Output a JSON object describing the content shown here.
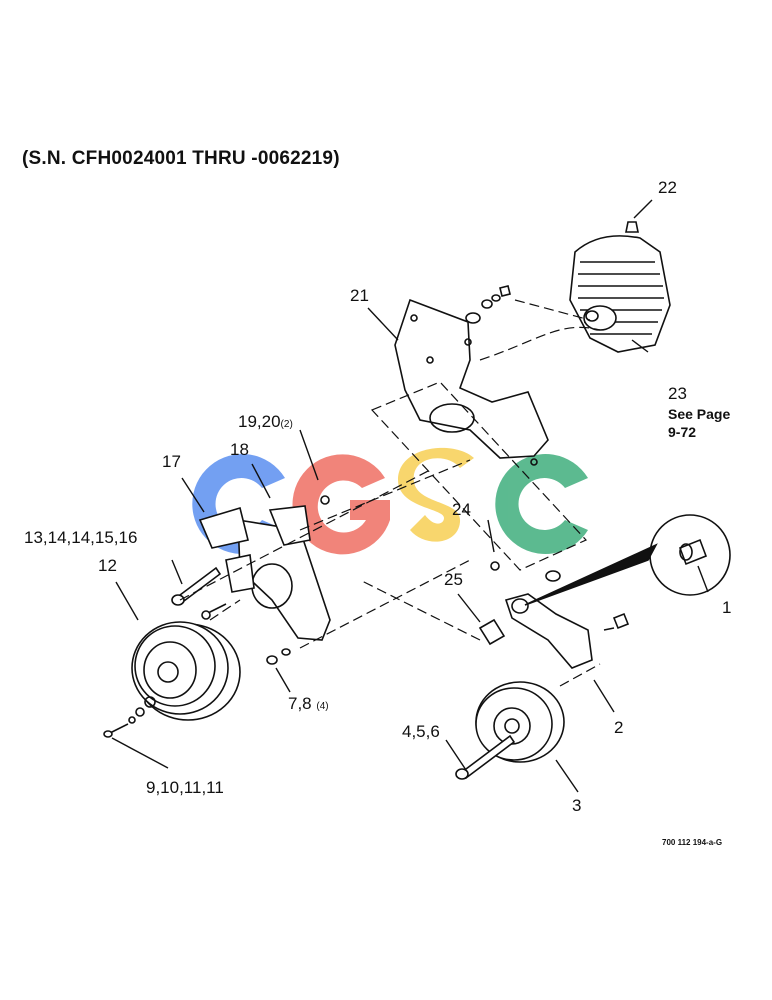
{
  "title": "(S.N. CFH0024001 THRU -0062219)",
  "callouts": {
    "c1": "1",
    "c2": "2",
    "c3": "3",
    "c456": "4,5,6",
    "c78": "7,8",
    "c78_qty": "(4)",
    "c9_11": "9,10,11,11",
    "c12": "12",
    "c13_16": "13,14,14,15,16",
    "c17": "17",
    "c18": "18",
    "c1920": "19,20",
    "c1920_qty": "(2)",
    "c21": "21",
    "c22": "22",
    "c23": "23",
    "c24": "24",
    "c25": "25"
  },
  "see_page": {
    "line1": "See Page",
    "line2": "9-72"
  },
  "drawing_code": "700 112 194-a-G",
  "watermark": {
    "text": "CGSC",
    "colors": [
      "#5b8ff0",
      "#ef6f63",
      "#f7cf54",
      "#3fae7d"
    ]
  }
}
